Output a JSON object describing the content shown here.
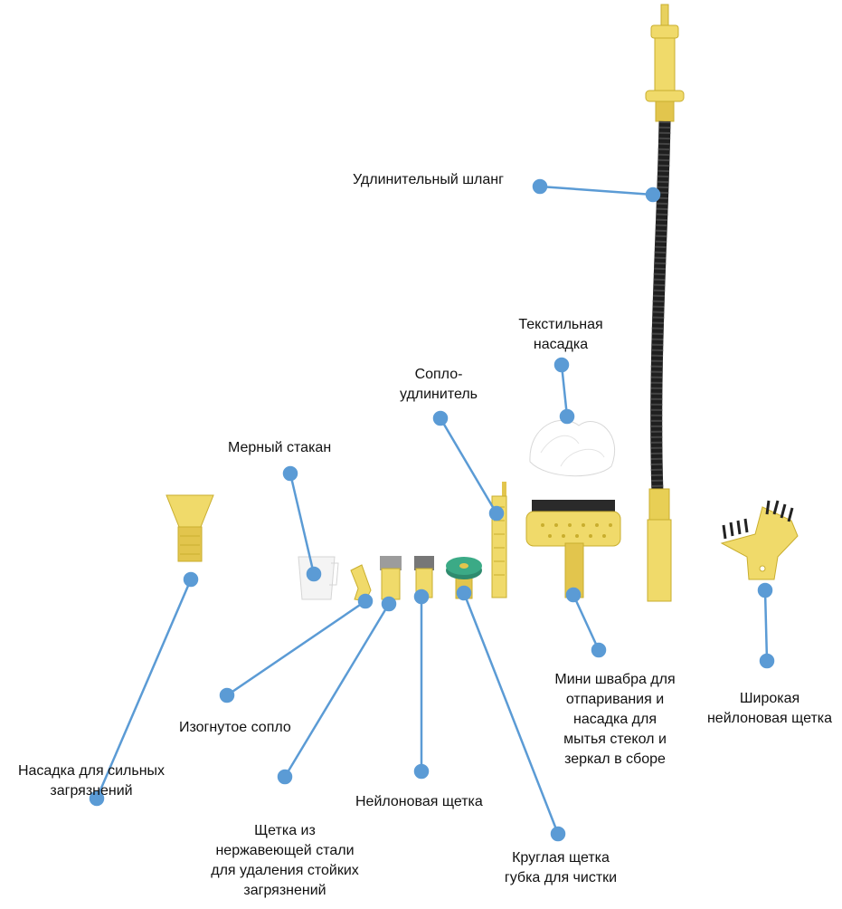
{
  "colors": {
    "accent_yellow": "#F0DA6A",
    "dark_yellow": "#C9AE2E",
    "hose_black": "#1F1F1F",
    "callout_blue": "#5B9BD5",
    "sponge_green": "#2E8B6E",
    "text": "#111111"
  },
  "labels": {
    "hose": "Удлинительный шланг",
    "textile": [
      "Текстильная",
      "насадка"
    ],
    "extension_nozzle": [
      "Сопло-",
      "удлинитель"
    ],
    "measuring_cup": "Мерный стакан",
    "bent_nozzle": "Изогнутое сопло",
    "heavy_dirt": [
      "Насадка для сильных",
      "загрязнений"
    ],
    "steel_brush": [
      "Щетка из",
      "нержавеющей стали",
      "для удаления стойких",
      "загрязнений"
    ],
    "nylon_brush": "Нейлоновая щетка",
    "round_brush": [
      "Круглая щетка",
      "губка для чистки"
    ],
    "mini_mop": [
      "Мини швабра для",
      "отпаривания и",
      "насадка для",
      "мытья стекол и",
      "зеркал в сборе"
    ],
    "wide_brush": [
      "Широкая",
      "нейлоновая щетка"
    ]
  }
}
